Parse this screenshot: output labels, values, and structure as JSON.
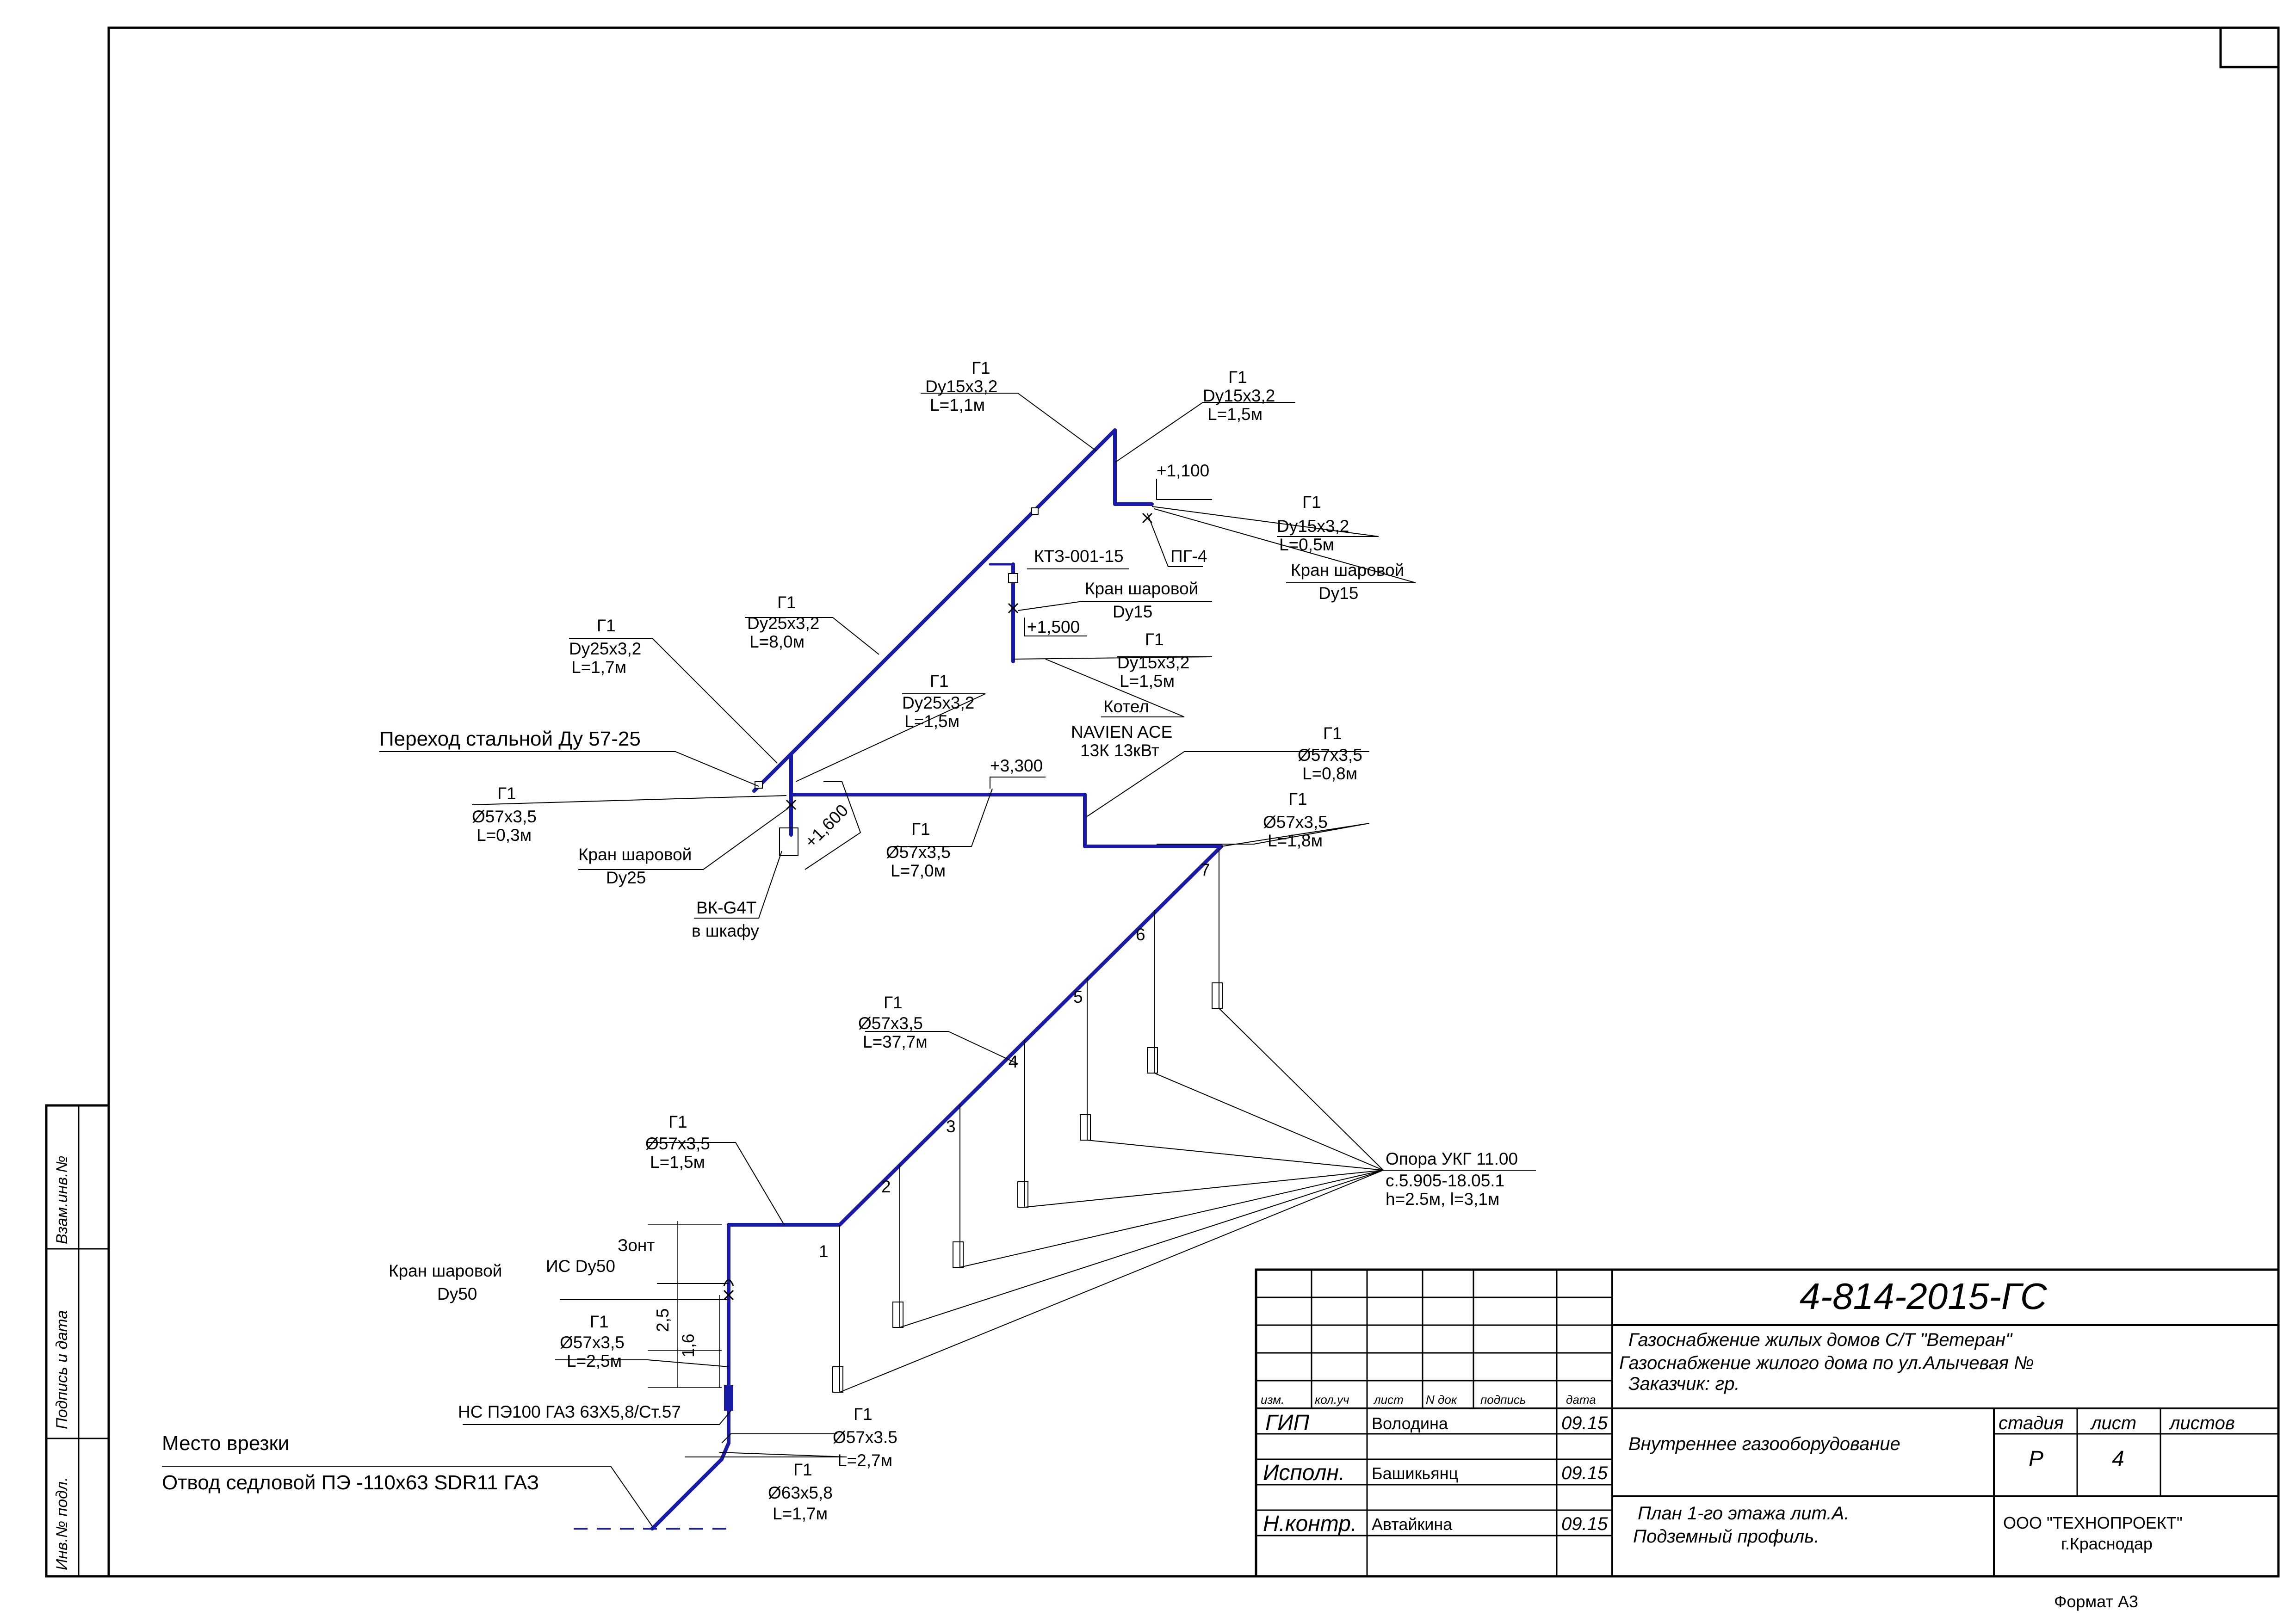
{
  "colors": {
    "pipe": "#1a1aa8",
    "ink": "#000000"
  },
  "labels": {
    "g1a": {
      "l1": "Г1",
      "l2": "Dy15x3,2",
      "l3": "L=1,1м"
    },
    "g1b": {
      "l1": "Г1",
      "l2": "Dy15x3,2",
      "l3": "L=1,5м"
    },
    "mark1100": "+1,100",
    "g1c": {
      "l1": "Г1",
      "l2": "Dy15x3,2",
      "l3": "L=0,5м"
    },
    "valve15a": {
      "l1": "Кран шаровой",
      "l2": "Dy15"
    },
    "pg4": "ПГ-4",
    "kt3": "КТЗ-001-15",
    "valve15b": {
      "l1": "Кран шаровой",
      "l2": "Dy15"
    },
    "mark1500": "+1,500",
    "g1d": {
      "l1": "Г1",
      "l2": "Dy15x3,2",
      "l3": "L=1,5м"
    },
    "boiler": {
      "l1": "Котел",
      "l2": "NAVIEN ACE",
      "l3": "13К    13кВт"
    },
    "g1e": {
      "l1": "Г1",
      "l2": "Dy25x3,2",
      "l3": "L=8,0м"
    },
    "g1f": {
      "l1": "Г1",
      "l2": "Dy25x3,2",
      "l3": "L=1,7м"
    },
    "g1g": {
      "l1": "Г1",
      "l2": "Dy25x3,2",
      "l3": "L=1,5м"
    },
    "transition": "Переход стальной Ду 57-25",
    "g1h": {
      "l1": "Г1",
      "l2": "Ø57x3,5",
      "l3": "L=0,3м"
    },
    "valve25": {
      "l1": "Кран шаровой",
      "l2": "Dy25"
    },
    "meter": {
      "l1": "ВК-G4T",
      "l2": "в шкафу"
    },
    "mark1600": "+1,600",
    "mark3300": "+3,300",
    "g1i": {
      "l1": "Г1",
      "l2": "Ø57x3,5",
      "l3": "L=7,0м"
    },
    "g1j": {
      "l1": "Г1",
      "l2": "Ø57x3,5",
      "l3": "L=0,8м"
    },
    "g1k": {
      "l1": "Г1",
      "l2": "Ø57x3,5",
      "l3": "L=1,8м"
    },
    "g1l": {
      "l1": "Г1",
      "l2": "Ø57x3,5",
      "l3": "L=37,7м"
    },
    "g1m": {
      "l1": "Г1",
      "l2": "Ø57x3,5",
      "l3": "L=1,5м"
    },
    "support": {
      "l1": "Опора УКГ 11.00",
      "l2": "с.5.905-18.05.1",
      "l3": "h=2.5м, l=3,1м"
    },
    "nums": [
      "1",
      "2",
      "3",
      "4",
      "5",
      "6",
      "7"
    ],
    "zont": "Зонт",
    "ic": "ИС Dy50",
    "valve50": {
      "l1": "Кран шаровой",
      "l2": "Dy50"
    },
    "g1n": {
      "l1": "Г1",
      "l2": "Ø57x3,5",
      "l3": "L=2,5м"
    },
    "dim25": "2,5",
    "dim16": "1,6",
    "ns": "НС ПЭ100 ГАЗ 63Х5,8/Ст.57",
    "g1o": {
      "l1": "Г1",
      "l2": "Ø57x3.5",
      "l3": "L=2,7м"
    },
    "g1p": {
      "l1": "Г1",
      "l2": "Ø63x5,8",
      "l3": "L=1,7м"
    },
    "tap": {
      "l1": "Место врезки",
      "l2": "Отвод седловой ПЭ -110x63 SDR11 ГАЗ"
    }
  },
  "titleblock": {
    "code": "4-814-2015-ГС",
    "subject1": "Газоснабжение жилых домов С/Т \"Ветеран\"",
    "subject2": "Газоснабжение жилого дома по ул.Алычевая №",
    "customer": "Заказчик: гр.",
    "hdr": {
      "izm": "изм.",
      "kol": "кол.уч",
      "list": "лист",
      "ndok": "N док",
      "podp": "подпись",
      "data": "дата"
    },
    "rows": [
      {
        "role": "ГИП",
        "name": "Володина",
        "date": "09.15"
      },
      {
        "role": "Исполн.",
        "name": "Башикьянц",
        "date": "09.15"
      },
      {
        "role": "Н.контр.",
        "name": "Автайкина",
        "date": "09.15"
      }
    ],
    "sheet_title": "Внутреннее газооборудование",
    "stage_hdr": "стадия",
    "list_hdr": "лист",
    "listov_hdr": "листов",
    "stage": "Р",
    "sheet_no": "4",
    "drawing1": "План 1-го этажа лит.А.",
    "drawing2": "Подземный профиль.",
    "org1": "ООО \"ТЕХНОПРОЕКТ\"",
    "org2": "г.Краснодар",
    "format": "Формат А3"
  },
  "side": {
    "s1": "Взам.инв.№",
    "s2": "Подпись и дата",
    "s3": "Инв.№ подл."
  }
}
